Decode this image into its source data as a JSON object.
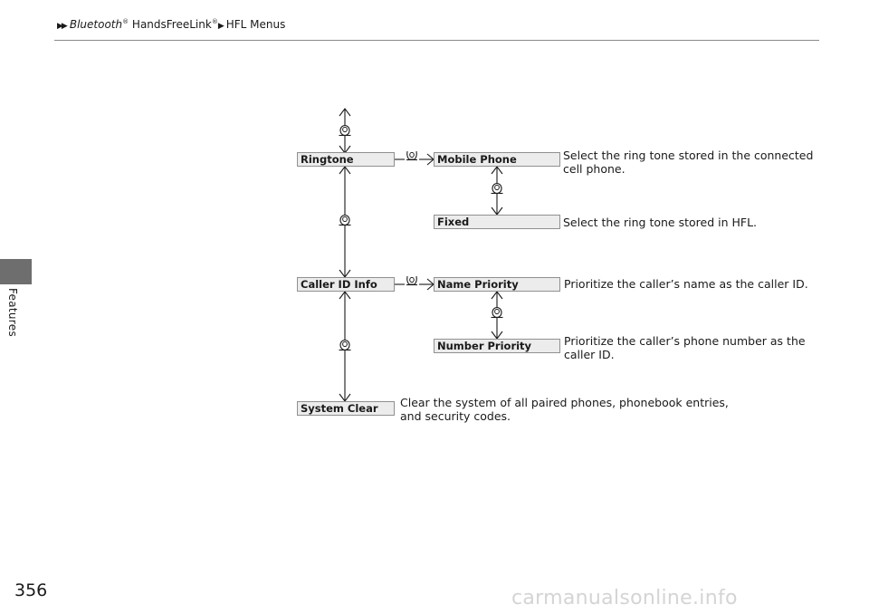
{
  "header": {
    "arrows": "▶▶",
    "bluetooth": "Bluetooth",
    "reg1": "®",
    "hfl": " HandsFreeLink",
    "reg2": "®",
    "sep": "▶",
    "section": "HFL Menus"
  },
  "side_tab": {
    "label": "Features"
  },
  "page_number": "356",
  "menu": {
    "ringtone": "Ringtone",
    "caller_id_info": "Caller ID Info",
    "system_clear": "System Clear",
    "mobile_phone": "Mobile Phone",
    "fixed": "Fixed",
    "name_priority": "Name Priority",
    "number_priority": "Number Priority"
  },
  "descriptions": {
    "mobile_phone_1": "Select the ring tone stored in the connected",
    "mobile_phone_2": "cell phone.",
    "fixed": "Select the ring tone stored in HFL.",
    "name_priority": "Prioritize the caller’s name as the caller ID.",
    "number_priority_1": "Prioritize the caller’s phone number as the",
    "number_priority_2": "caller ID.",
    "system_clear_1": "Clear the system of all paired phones, phonebook entries,",
    "system_clear_2": "and security codes."
  },
  "watermark": "carmanualsonline.info",
  "icons": {
    "scroll": "rotate-knob-icon",
    "select": "press-knob-icon"
  }
}
